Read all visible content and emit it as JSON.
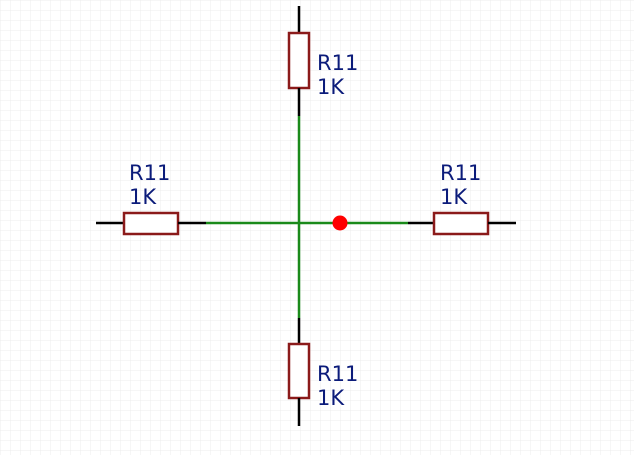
{
  "colors": {
    "background": "#ffffff",
    "grid": "#e8e8e8",
    "wire": "#1a8a1a",
    "pin": "#000000",
    "resistor_body": "#8b1a1a",
    "label_text": "#0b1b7a",
    "junction": "#ff0000"
  },
  "components": [
    {
      "designator": "R11",
      "value": "1K"
    },
    {
      "designator": "R11",
      "value": "1K"
    },
    {
      "designator": "R11",
      "value": "1K"
    },
    {
      "designator": "R11",
      "value": "1K"
    }
  ]
}
